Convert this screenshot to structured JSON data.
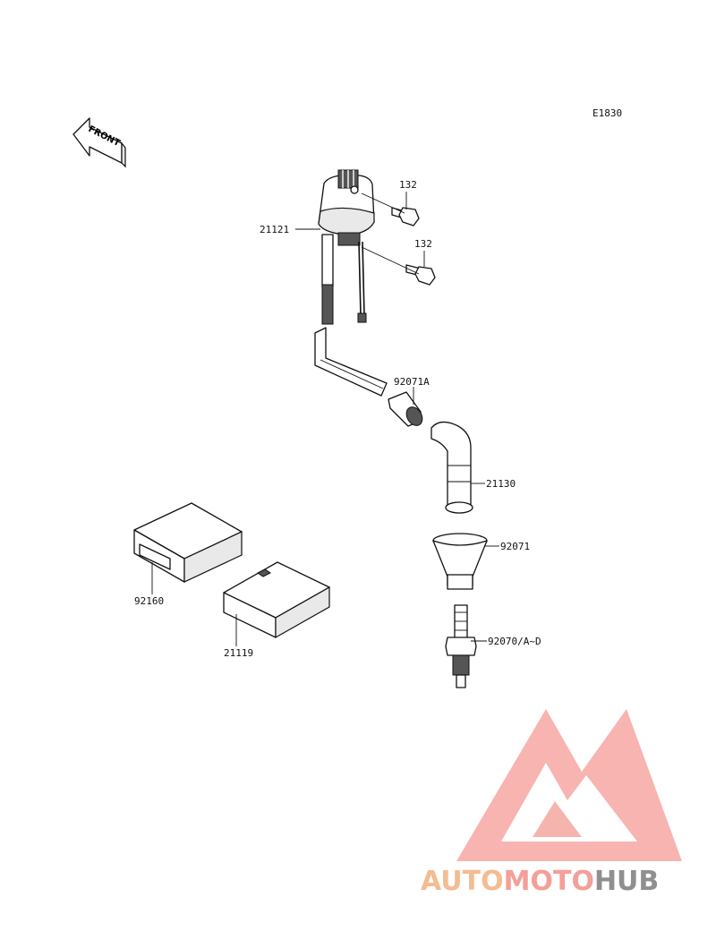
{
  "diagram_code": "E1830",
  "front_label": "FRONT",
  "parts": [
    {
      "id": "p132a",
      "number": "132"
    },
    {
      "id": "p132b",
      "number": "132"
    },
    {
      "id": "p21121",
      "number": "21121"
    },
    {
      "id": "p92071A",
      "number": "92071A"
    },
    {
      "id": "p21130",
      "number": "21130"
    },
    {
      "id": "p92071",
      "number": "92071"
    },
    {
      "id": "p92070",
      "number": "92070/A~D"
    },
    {
      "id": "p92160",
      "number": "92160"
    },
    {
      "id": "p21119",
      "number": "21119"
    }
  ],
  "watermark": {
    "part1": "AUTO",
    "part2": "MOTO",
    "part3": "HUB",
    "color1": "#f4b98c",
    "color2": "#f49a94",
    "color3": "#8a8a8a"
  }
}
